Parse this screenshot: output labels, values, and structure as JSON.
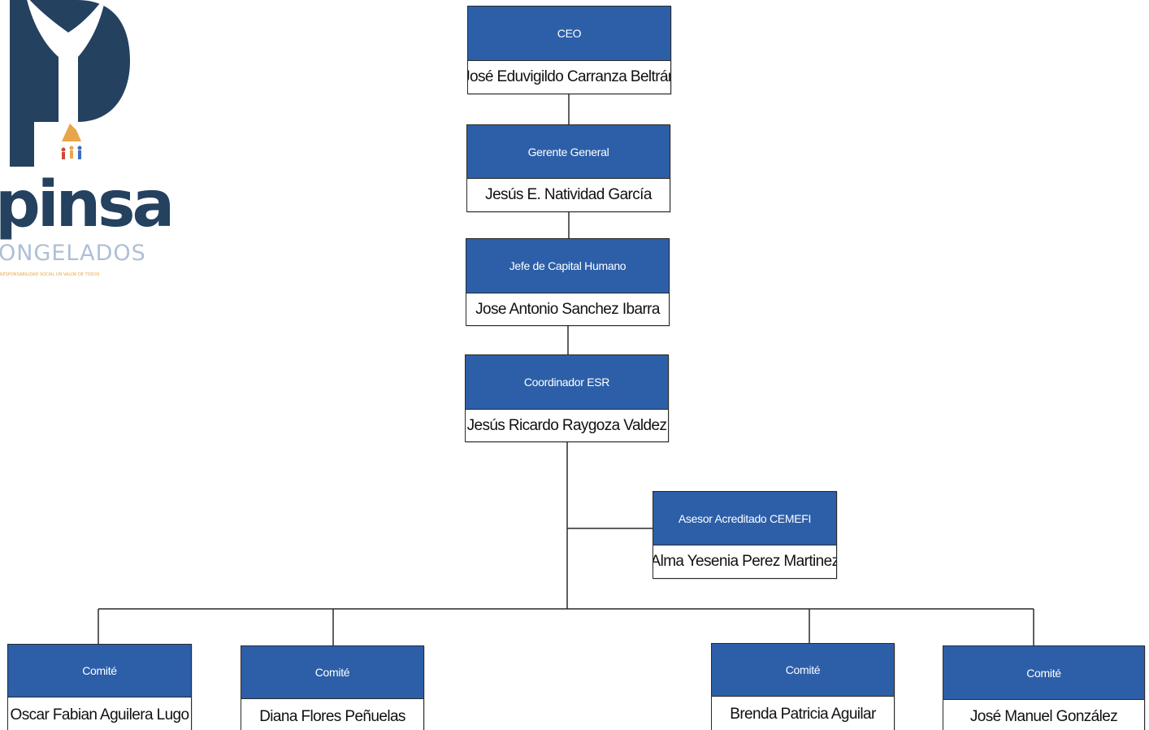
{
  "logo": {
    "wordmark": "pinsa",
    "subtitle": "ONGELADOS",
    "tagline": "RESPONSABILIDAD SOCIAL UN VALOR DE TODOS",
    "colors": {
      "primary": "#24415f",
      "secondary": "#aebfd6",
      "accent": "#e7a64a"
    }
  },
  "colors": {
    "header_fill": "#2c5fa8",
    "header_text": "#ffffff",
    "border": "#2a2a2a",
    "connector": "#2a2a2a"
  },
  "org_chart": {
    "ceo": {
      "title": "CEO",
      "name": "José Eduvigildo Carranza Beltrán"
    },
    "gerente": {
      "title": "Gerente General",
      "name": "Jesús E. Natividad García"
    },
    "jefe_capital": {
      "title": "Jefe de Capital Humano",
      "name": "Jose Antonio Sanchez Ibarra"
    },
    "coordinador": {
      "title": "Coordinador ESR",
      "name": "Jesús Ricardo Raygoza Valdez"
    },
    "asesor": {
      "title": "Asesor Acreditado CEMEFI",
      "name": "Alma Yesenia Perez Martinez"
    },
    "comites": [
      {
        "title": "Comité",
        "name": "Oscar Fabian Aguilera Lugo"
      },
      {
        "title": "Comité",
        "name": "Diana Flores Peñuelas"
      },
      {
        "title": "Comité",
        "name": "Brenda Patricia Aguilar"
      },
      {
        "title": "Comité",
        "name": "José Manuel González"
      }
    ]
  }
}
